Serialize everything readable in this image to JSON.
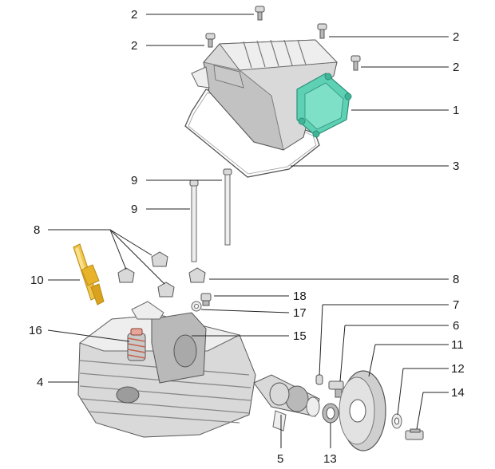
{
  "callouts": {
    "c1": "1",
    "c2a": "2",
    "c2b": "2",
    "c2c": "2",
    "c2d": "2",
    "c3": "3",
    "c4": "4",
    "c5": "5",
    "c6": "6",
    "c7": "7",
    "c8a": "8",
    "c8b": "8",
    "c9a": "9",
    "c9b": "9",
    "c10": "10",
    "c11": "11",
    "c12": "12",
    "c13": "13",
    "c14": "14",
    "c15": "15",
    "c16": "16",
    "c17": "17",
    "c18": "18"
  },
  "colors": {
    "highlight_part": "#5ed1b5",
    "spark_plug": "#f0c64a",
    "metal": "#d9d9d9",
    "lines": "#222222"
  }
}
